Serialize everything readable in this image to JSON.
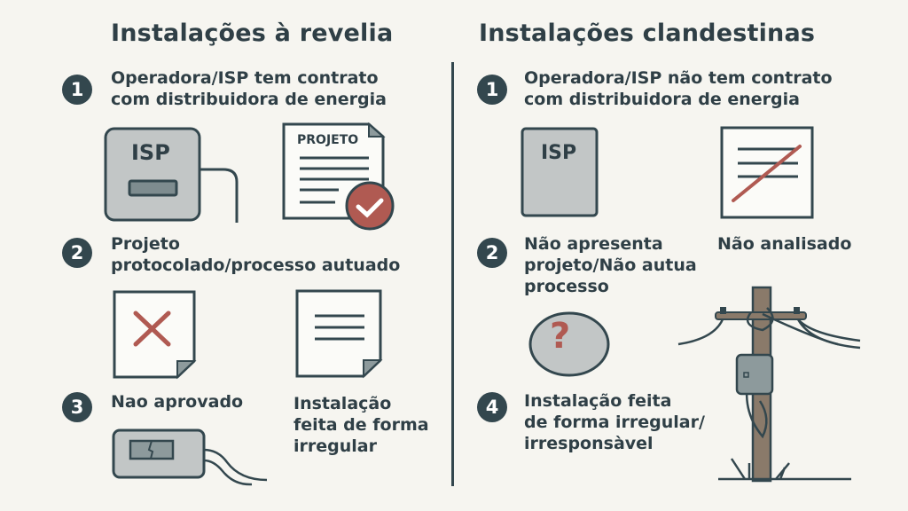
{
  "left": {
    "title": "Instalações à revelia",
    "step1": {
      "number": "1",
      "line1": "Operadora/ISP tem contrato",
      "line2": "com distribuidora de energia"
    },
    "isp_label": "ISP",
    "doc_label": "PROJETO",
    "step2": {
      "number": "2",
      "line1": "Projeto",
      "line2": "protocolado/processo autuado"
    },
    "step3": {
      "number": "3",
      "label": "Nao aprovado"
    },
    "irregular": {
      "line1": "Instalação",
      "line2": "feita de forma",
      "line3": "irregular"
    }
  },
  "right": {
    "title": "Instalações clandestinas",
    "step1": {
      "number": "1",
      "line1": "Operadora/ISP não tem contrato",
      "line2": "com distribuidora de energia"
    },
    "isp_label": "ISP",
    "step2": {
      "number": "2",
      "line1": "Não apresenta",
      "line2": "projeto/Não autua",
      "line3": "processo"
    },
    "not_analyzed": "Não analisado",
    "question_mark": "?",
    "step4": {
      "number": "4",
      "line1": "Instalação feita",
      "line2": "de forma irregular/",
      "line3": "irresponsàvel"
    }
  },
  "colors": {
    "background": "#f6f5f0",
    "ink": "#2f3f46",
    "accent_red": "#b05a52",
    "device_gray": "#c2c6c6"
  }
}
